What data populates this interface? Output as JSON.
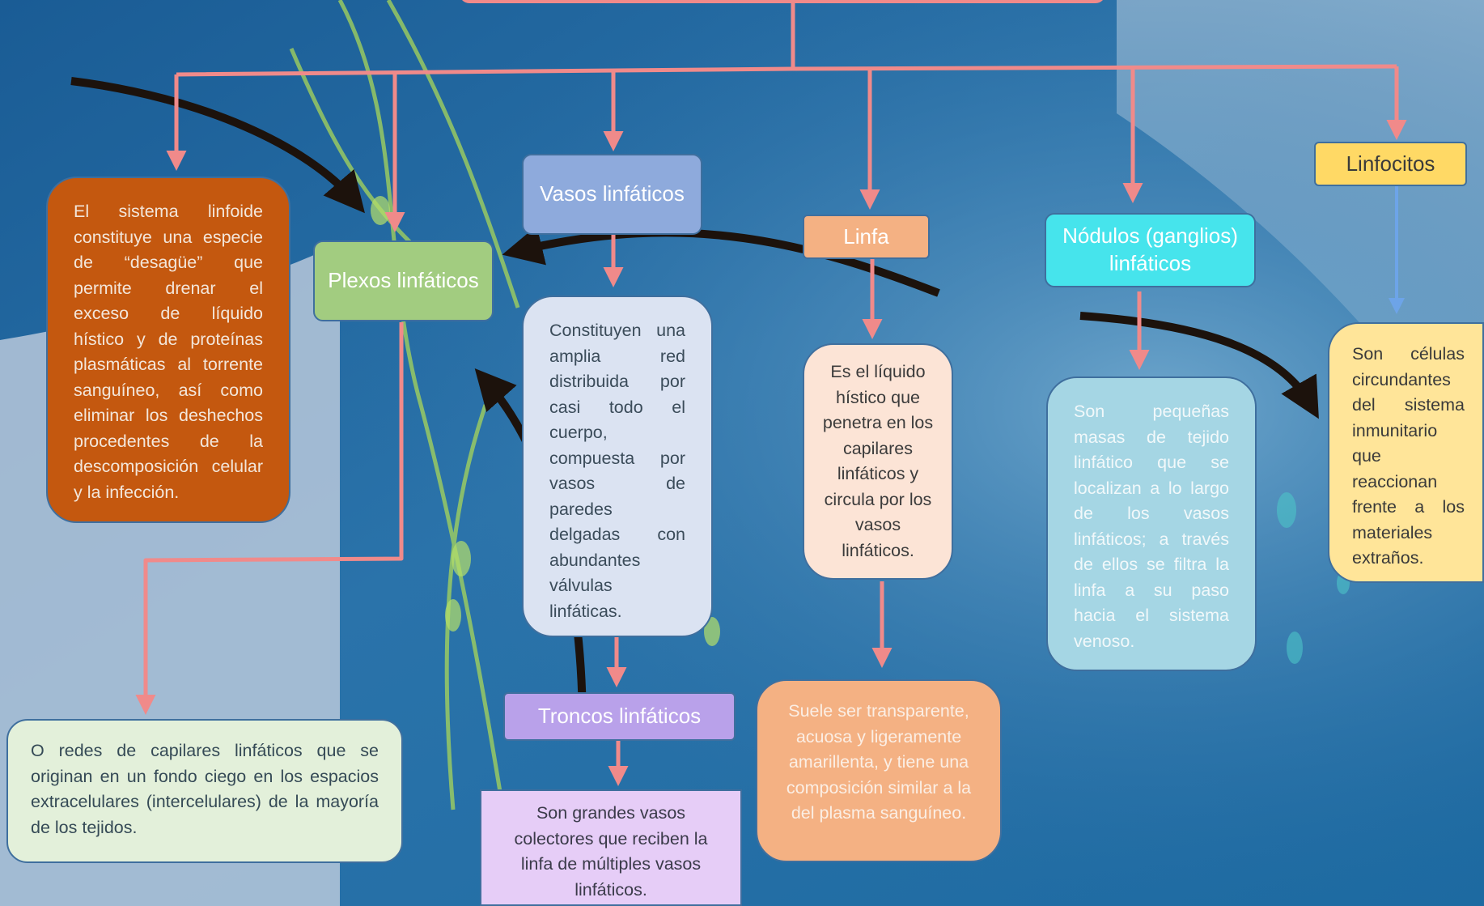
{
  "colors": {
    "connector": "#f08a8a",
    "curved_arrow": "#1c120c",
    "background_deep": "#1b5f97",
    "background_light": "#b8c9dc"
  },
  "nodes": {
    "plexos": {
      "title": "Plexos linfáticos",
      "description": "O  redes de capilares linfáticos que se originan en un fondo ciego en los espacios extracelulares (intercelulares) de la mayoría de los tejidos."
    },
    "vasos": {
      "title": "Vasos linfáticos",
      "description": "Constituyen una amplia red distribuida por casi todo el cuerpo, compuesta por vasos de paredes delgadas con abundantes válvulas linfáticas."
    },
    "troncos": {
      "title": "Troncos linfáticos",
      "description": "Son grandes vasos colectores que reciben la linfa de múltiples vasos linfáticos."
    },
    "linfa": {
      "title": "Linfa",
      "description": "Es el líquido hístico que penetra en los capilares linfáticos y circula por los vasos linfáticos.",
      "detail": "Suele ser transparente, acuosa y ligeramente amarillenta, y tiene una composición similar a la del plasma sanguíneo."
    },
    "nodulos": {
      "title": "Nódulos (ganglios) linfáticos",
      "description": "Son pequeñas masas de tejido linfático que se localizan a lo largo de los vasos linfáticos; a través de ellos se filtra la linfa  a su paso hacia el sistema venoso."
    },
    "linfocitos": {
      "title": "Linfocitos",
      "description": "Son células circundantes del sistema inmunitario que reaccionan frente a los materiales extraños."
    },
    "sistema": {
      "description": "El sistema linfoide constituye una especie de “desagüe” que permite drenar el exceso de líquido hístico y de proteínas plasmáticas al torrente sanguíneo, así como eliminar los deshechos procedentes de la descomposición celular y la infección."
    }
  }
}
